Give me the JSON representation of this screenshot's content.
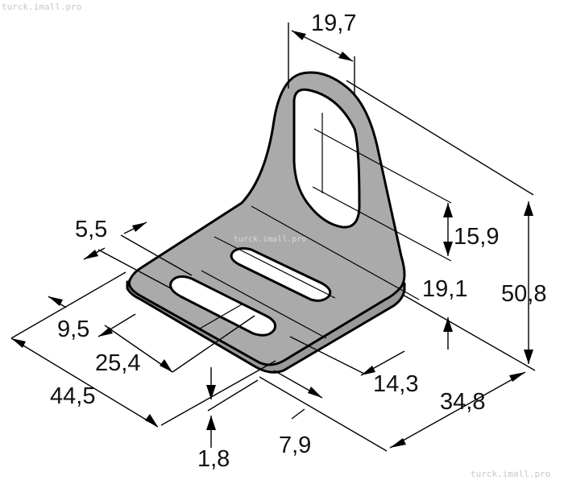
{
  "watermark": {
    "top_left": "turck.imall.pro",
    "bottom_right": "turck.imall.pro",
    "center": "turck.imall.pro"
  },
  "dimensions": {
    "d19_7": "19,7",
    "d15_9": "15,9",
    "d50_8": "50,8",
    "d19_1": "19,1",
    "d5_5": "5,5",
    "d9_5": "9,5",
    "d25_4": "25,4",
    "d44_5": "44,5",
    "d14_3": "14,3",
    "d34_8": "34,8",
    "d7_9": "7,9",
    "d1_8": "1,8"
  },
  "colors": {
    "part_fill": "#aaaaaa",
    "line": "#000000",
    "background": "#ffffff"
  }
}
